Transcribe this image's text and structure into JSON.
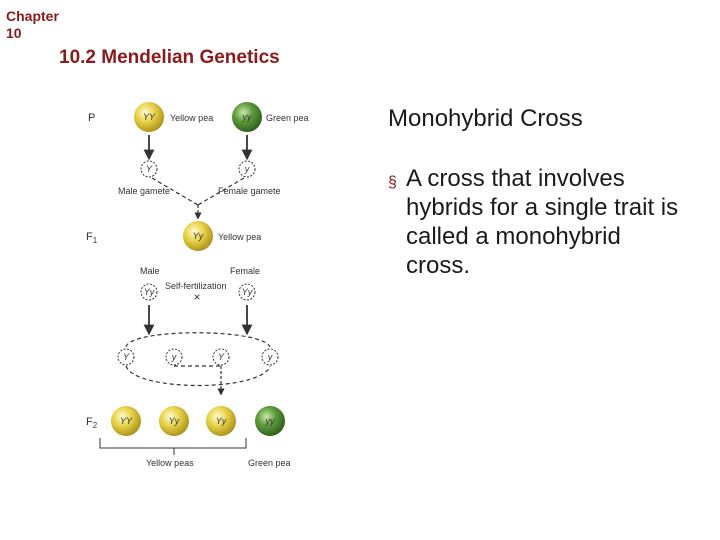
{
  "header": {
    "chapter_word": "Chapter",
    "chapter_number": "10",
    "section_title": "10.2 Mendelian Genetics"
  },
  "diagram": {
    "generations": {
      "p": "P",
      "f1": "F",
      "f1_sub": "1",
      "f2": "F",
      "f2_sub": "2"
    },
    "p_row": {
      "pea1_genotype": "YY",
      "pea1_label": "Yellow pea",
      "pea2_genotype": "yy",
      "pea2_label": "Green pea"
    },
    "gametes": {
      "male_allele": "Y",
      "female_allele": "y",
      "male_label": "Male gamete",
      "female_label": "Female gamete"
    },
    "f1_row": {
      "pea_genotype": "Yy",
      "pea_label": "Yellow pea"
    },
    "self_fert": {
      "male_label": "Male",
      "female_label": "Female",
      "male_genotype": "Yy",
      "female_genotype": "Yy",
      "label": "Self-fertilization",
      "cross_symbol": "×"
    },
    "f1_gametes": [
      "Y",
      "y",
      "Y",
      "y"
    ],
    "f2_row": {
      "genotypes": [
        "YY",
        "Yy",
        "Yy",
        "yy"
      ],
      "yellow_label": "Yellow peas",
      "green_label": "Green pea"
    },
    "colors": {
      "yellow_pea": "#e8d24a",
      "green_pea": "#5c9a3c"
    }
  },
  "content": {
    "heading": "Monohybrid Cross",
    "bullet_marker": "§",
    "bullet": "A cross that involves hybrids for a single trait is called a monohybrid cross."
  }
}
